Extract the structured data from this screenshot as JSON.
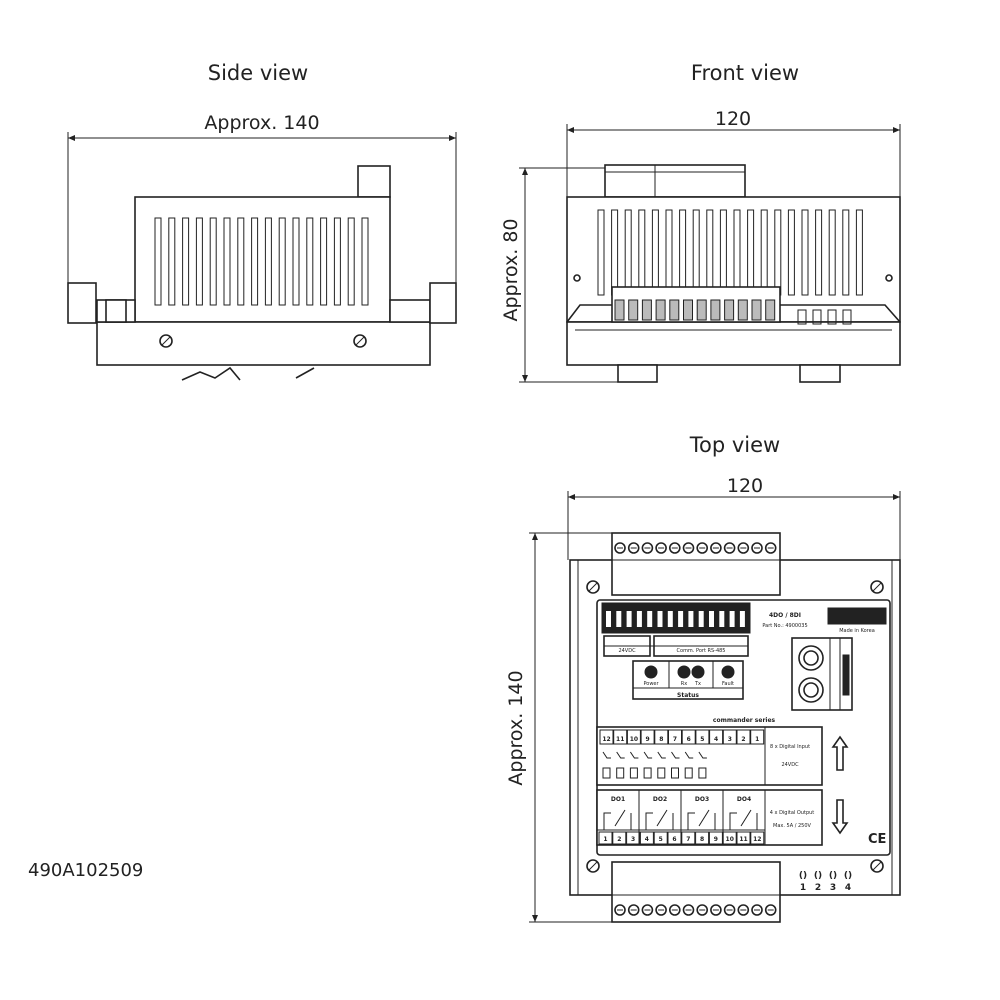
{
  "side_view": {
    "title": "Side view",
    "width_label": "Approx. 140"
  },
  "front_view": {
    "title": "Front view",
    "width_label": "120",
    "height_label": "Approx. 80"
  },
  "top_view": {
    "title": "Top view",
    "width_label": "120",
    "height_label": "Approx. 140",
    "model": "4DO / 8DI",
    "part_no": "Part No.: 4900035",
    "made_in": "Made in Korea",
    "power_label": "24VDC",
    "comm_label": "Comm. Port RS-485",
    "leds": [
      "Power",
      "Rx",
      "Tx",
      "Fault"
    ],
    "status_label": "Status",
    "series": "commander series",
    "input_terminals": [
      "12",
      "11",
      "10",
      "9",
      "8",
      "7",
      "6",
      "5",
      "4",
      "3",
      "2",
      "1"
    ],
    "input_desc": [
      "8 x Digital Input",
      "24VDC"
    ],
    "outputs": [
      "DO1",
      "DO2",
      "DO3",
      "DO4"
    ],
    "output_terminals": [
      "1",
      "2",
      "3",
      "4",
      "5",
      "6",
      "7",
      "8",
      "9",
      "10",
      "11",
      "12"
    ],
    "output_desc": [
      "4 x Digital Output",
      "Max. 5A / 250V"
    ],
    "ce_mark": "CE",
    "address_digits": [
      "1",
      "2",
      "3",
      "4"
    ]
  },
  "drawing_code": "490A102509"
}
